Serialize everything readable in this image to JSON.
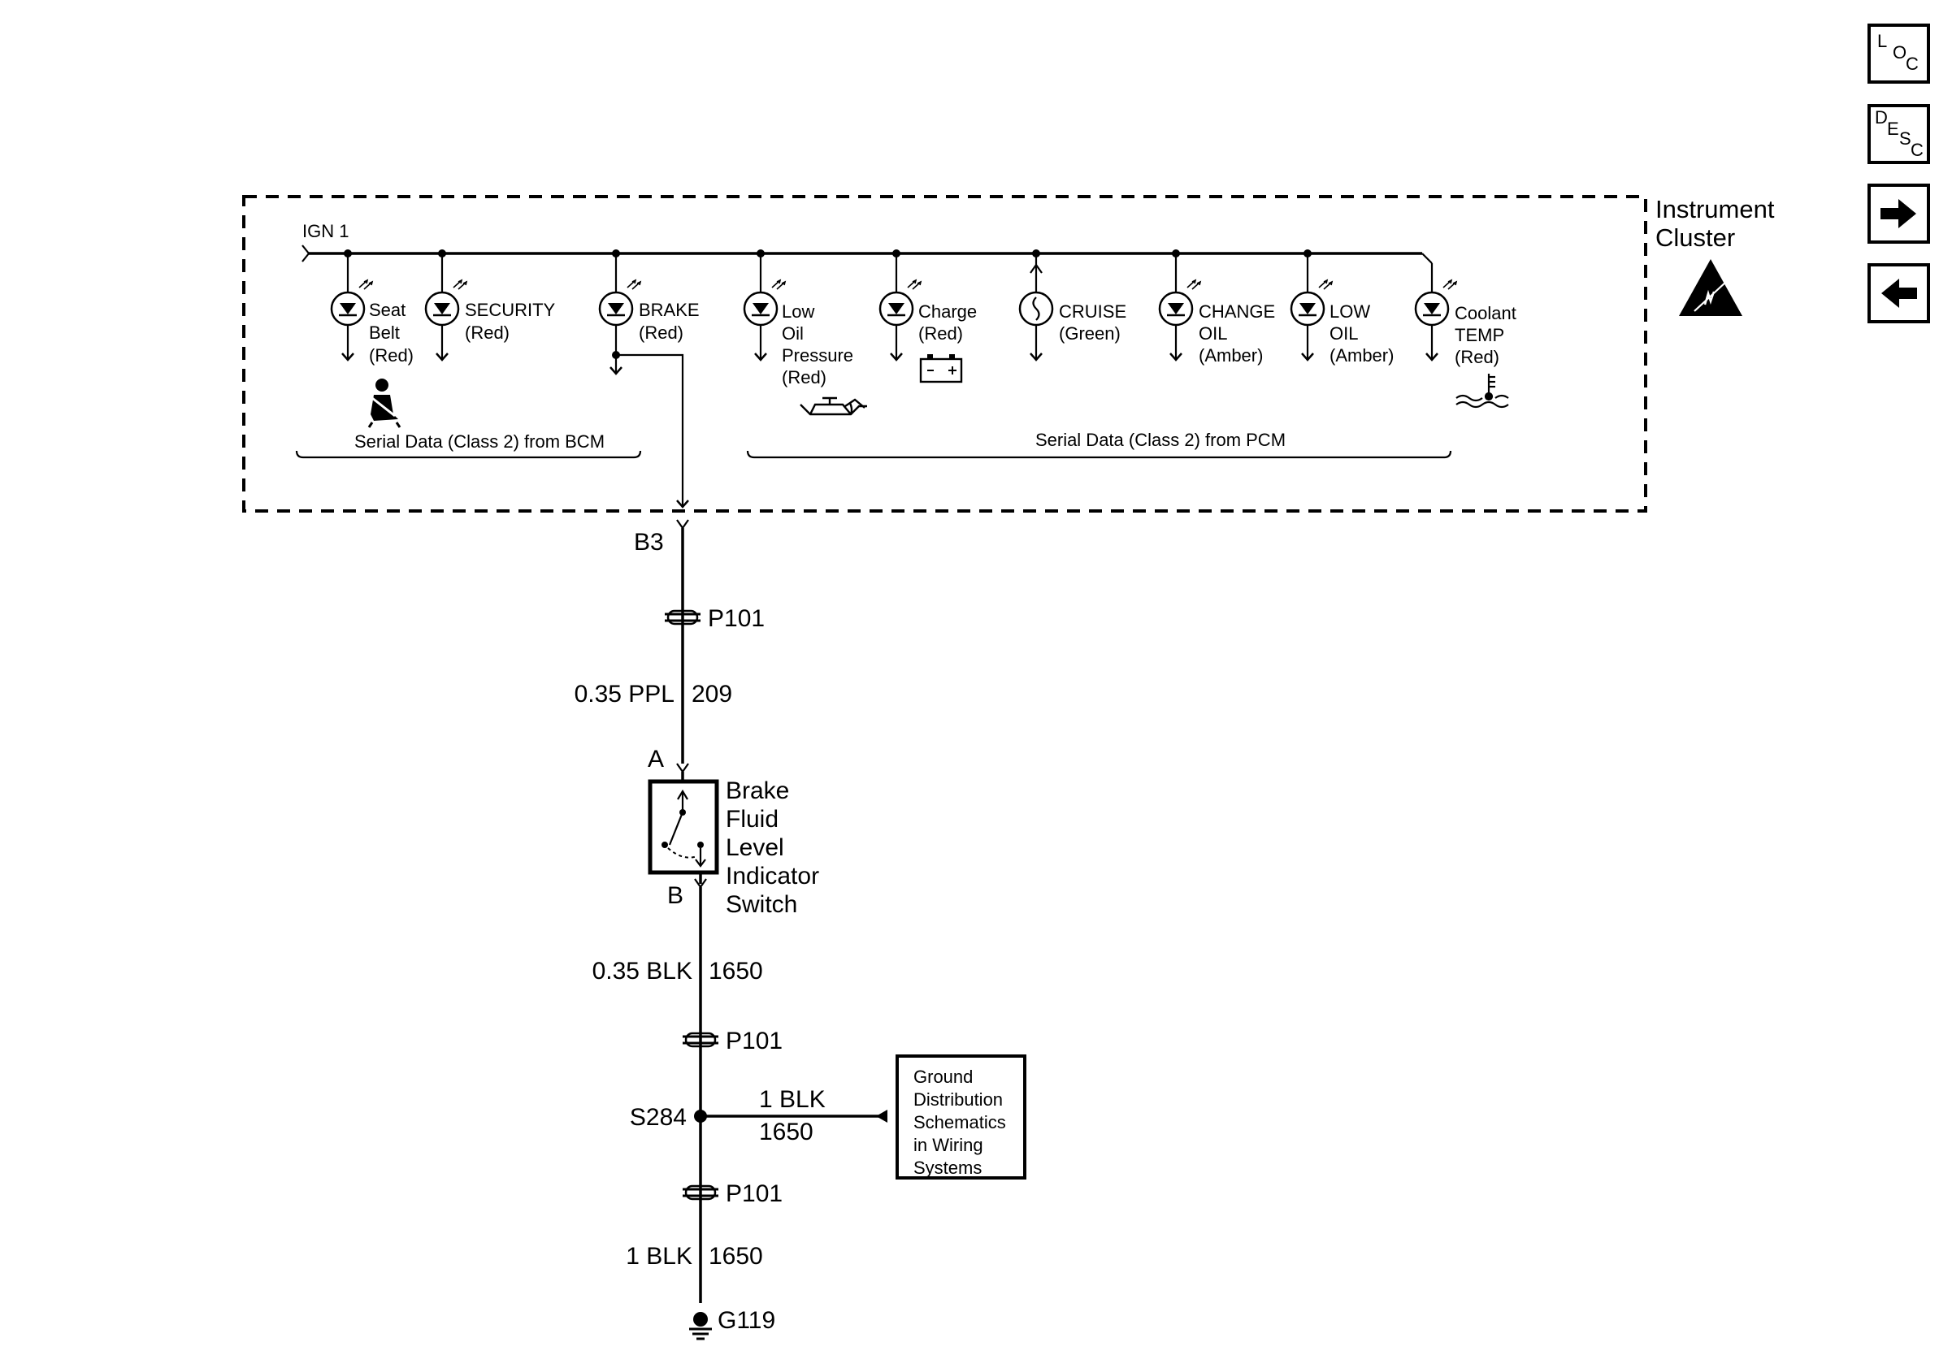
{
  "nav": {
    "loc": {
      "l1": "L",
      "l2": "O",
      "l3": "C"
    },
    "desc": {
      "l1": "D",
      "l2": "E",
      "l3": "S",
      "l4": "C"
    },
    "next_icon": "right-arrow-icon",
    "prev_icon": "left-arrow-icon"
  },
  "cluster": {
    "label_line1": "Instrument",
    "label_line2": "Cluster",
    "esd_icon": "esd-warning-icon",
    "feed": "IGN 1",
    "bcm_bus": "Serial Data (Class 2) from BCM",
    "pcm_bus": "Serial Data (Class 2) from PCM",
    "indicators": [
      {
        "lines": [
          "Seat",
          "Belt",
          "(Red)"
        ],
        "icon": "seat-belt-icon"
      },
      {
        "lines": [
          "SECURITY",
          "(Red)"
        ]
      },
      {
        "lines": [
          "BRAKE",
          "(Red)"
        ]
      },
      {
        "lines": [
          "Low",
          "Oil",
          "Pressure",
          "(Red)"
        ],
        "icon": "oil-can-icon"
      },
      {
        "lines": [
          "Charge",
          "(Red)"
        ],
        "icon": "battery-icon"
      },
      {
        "lines": [
          "CRUISE",
          "(Green)"
        ]
      },
      {
        "lines": [
          "CHANGE",
          "OIL",
          "(Amber)"
        ]
      },
      {
        "lines": [
          "LOW",
          "OIL",
          "(Amber)"
        ]
      },
      {
        "lines": [
          "Coolant",
          "TEMP",
          "(Red)"
        ],
        "icon": "coolant-temp-icon"
      }
    ]
  },
  "circuit": {
    "cluster_pin": "B3",
    "connector": "P101",
    "wire1_size": "0.35 PPL",
    "wire1_circuit": "209",
    "switch_pin_a": "A",
    "switch_pin_b": "B",
    "switch_lines": [
      "Brake",
      "Fluid",
      "Level",
      "Indicator",
      "Switch"
    ],
    "wire2_size": "0.35 BLK",
    "wire2_circuit": "1650",
    "splice": "S284",
    "branch_size": "1 BLK",
    "branch_circuit": "1650",
    "ground_ref_lines": [
      "Ground",
      "Distribution",
      "Schematics",
      "in Wiring",
      "Systems"
    ],
    "wire3_size": "1 BLK",
    "wire3_circuit": "1650",
    "ground": "G119"
  }
}
